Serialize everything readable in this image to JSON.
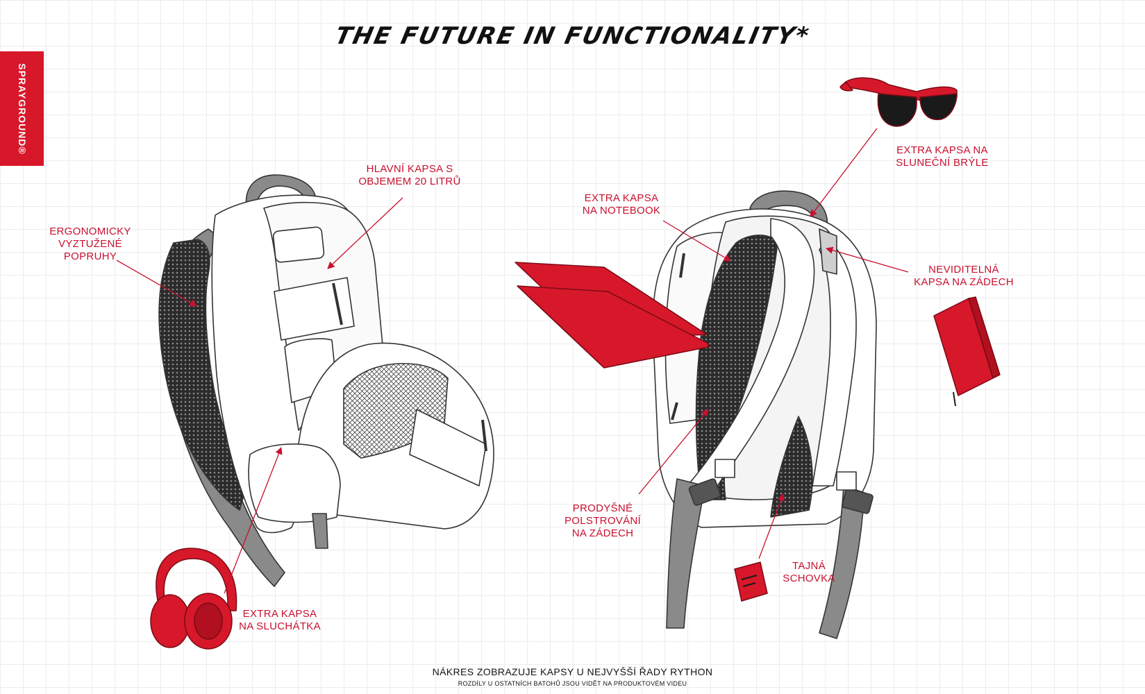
{
  "title": "THE FUTURE IN FUNCTIONALITY*",
  "brand": "SPRAYGROUND®",
  "labels": {
    "main_pocket": "HLAVNÍ KAPSA S\nOBJEMEM 20 LITRŮ",
    "straps": "ERGONOMICKY\nVYZTUŽENÉ\nPOPRUHY",
    "headphones_pocket": "EXTRA KAPSA\nNA SLUCHÁTKA",
    "notebook_pocket": "EXTRA KAPSA\nNA NOTEBOOK",
    "sunglasses_pocket": "EXTRA KAPSA NA\nSLUNEČNÍ BRÝLE",
    "back_pocket": "NEVIDITELNÁ\nKAPSA NA ZÁDECH",
    "padding": "PRODYŠNÉ\nPOLSTROVÁNÍ\nNA ZÁDECH",
    "stash": "TAJNÁ\nSCHOVKA"
  },
  "footer": {
    "main": "NÁKRES ZOBRAZUJE KAPSY U NEJVYŠŠÍ ŘADY RYTHON",
    "sub": "ROZDÍLY U OSTATNÍCH BATOHŮ JSOU VIDĚT NA PRODUKTOVÉM VIDEU"
  },
  "colors": {
    "accent": "#c8102e",
    "strap_gray": "#8a8a8a",
    "mesh_dark": "#2b2b2b"
  },
  "icons": [
    "headphones-icon",
    "laptop-icon",
    "sunglasses-icon",
    "notebook-icon",
    "stash-bag-icon"
  ]
}
